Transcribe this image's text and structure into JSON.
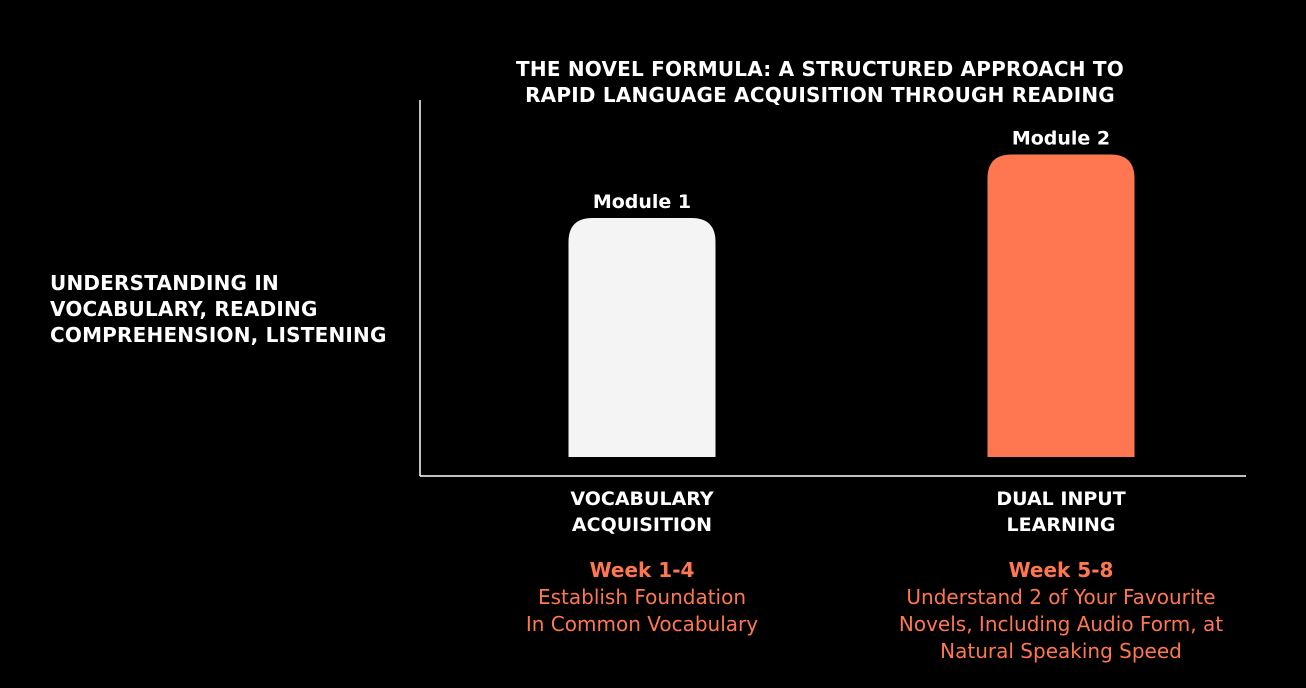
{
  "chart_data": {
    "type": "bar",
    "title_lines": [
      "THE NOVEL FORMULA: A STRUCTURED APPROACH TO",
      "RAPID LANGUAGE ACQUISITION THROUGH READING"
    ],
    "ylabel_lines": [
      "UNDERSTANDING IN",
      "VOCABULARY, READING",
      "COMPREHENSION, LISTENING"
    ],
    "categories": [
      {
        "name_lines": [
          "VOCABULARY",
          "ACQUISITION"
        ],
        "bar_label": "Module 1",
        "week": "Week 1-4",
        "description_lines": [
          "Establish Foundation",
          "In Common Vocabulary"
        ],
        "color": "#f4f4f4"
      },
      {
        "name_lines": [
          "DUAL INPUT",
          "LEARNING"
        ],
        "bar_label": "Module 2",
        "week": "Week 5-8",
        "description_lines": [
          "Understand 2 of Your Favourite",
          "Novels, Including Audio Form, at",
          "Natural Speaking Speed"
        ],
        "color": "#ff7750"
      }
    ],
    "values": [
      0.79,
      1.0
    ],
    "ylim": [
      0,
      1.18
    ],
    "grid": false,
    "legend": "none"
  },
  "colors": {
    "background": "#000000",
    "axis": "#ffffff",
    "accent": "#ff7750",
    "text": "#ffffff"
  }
}
